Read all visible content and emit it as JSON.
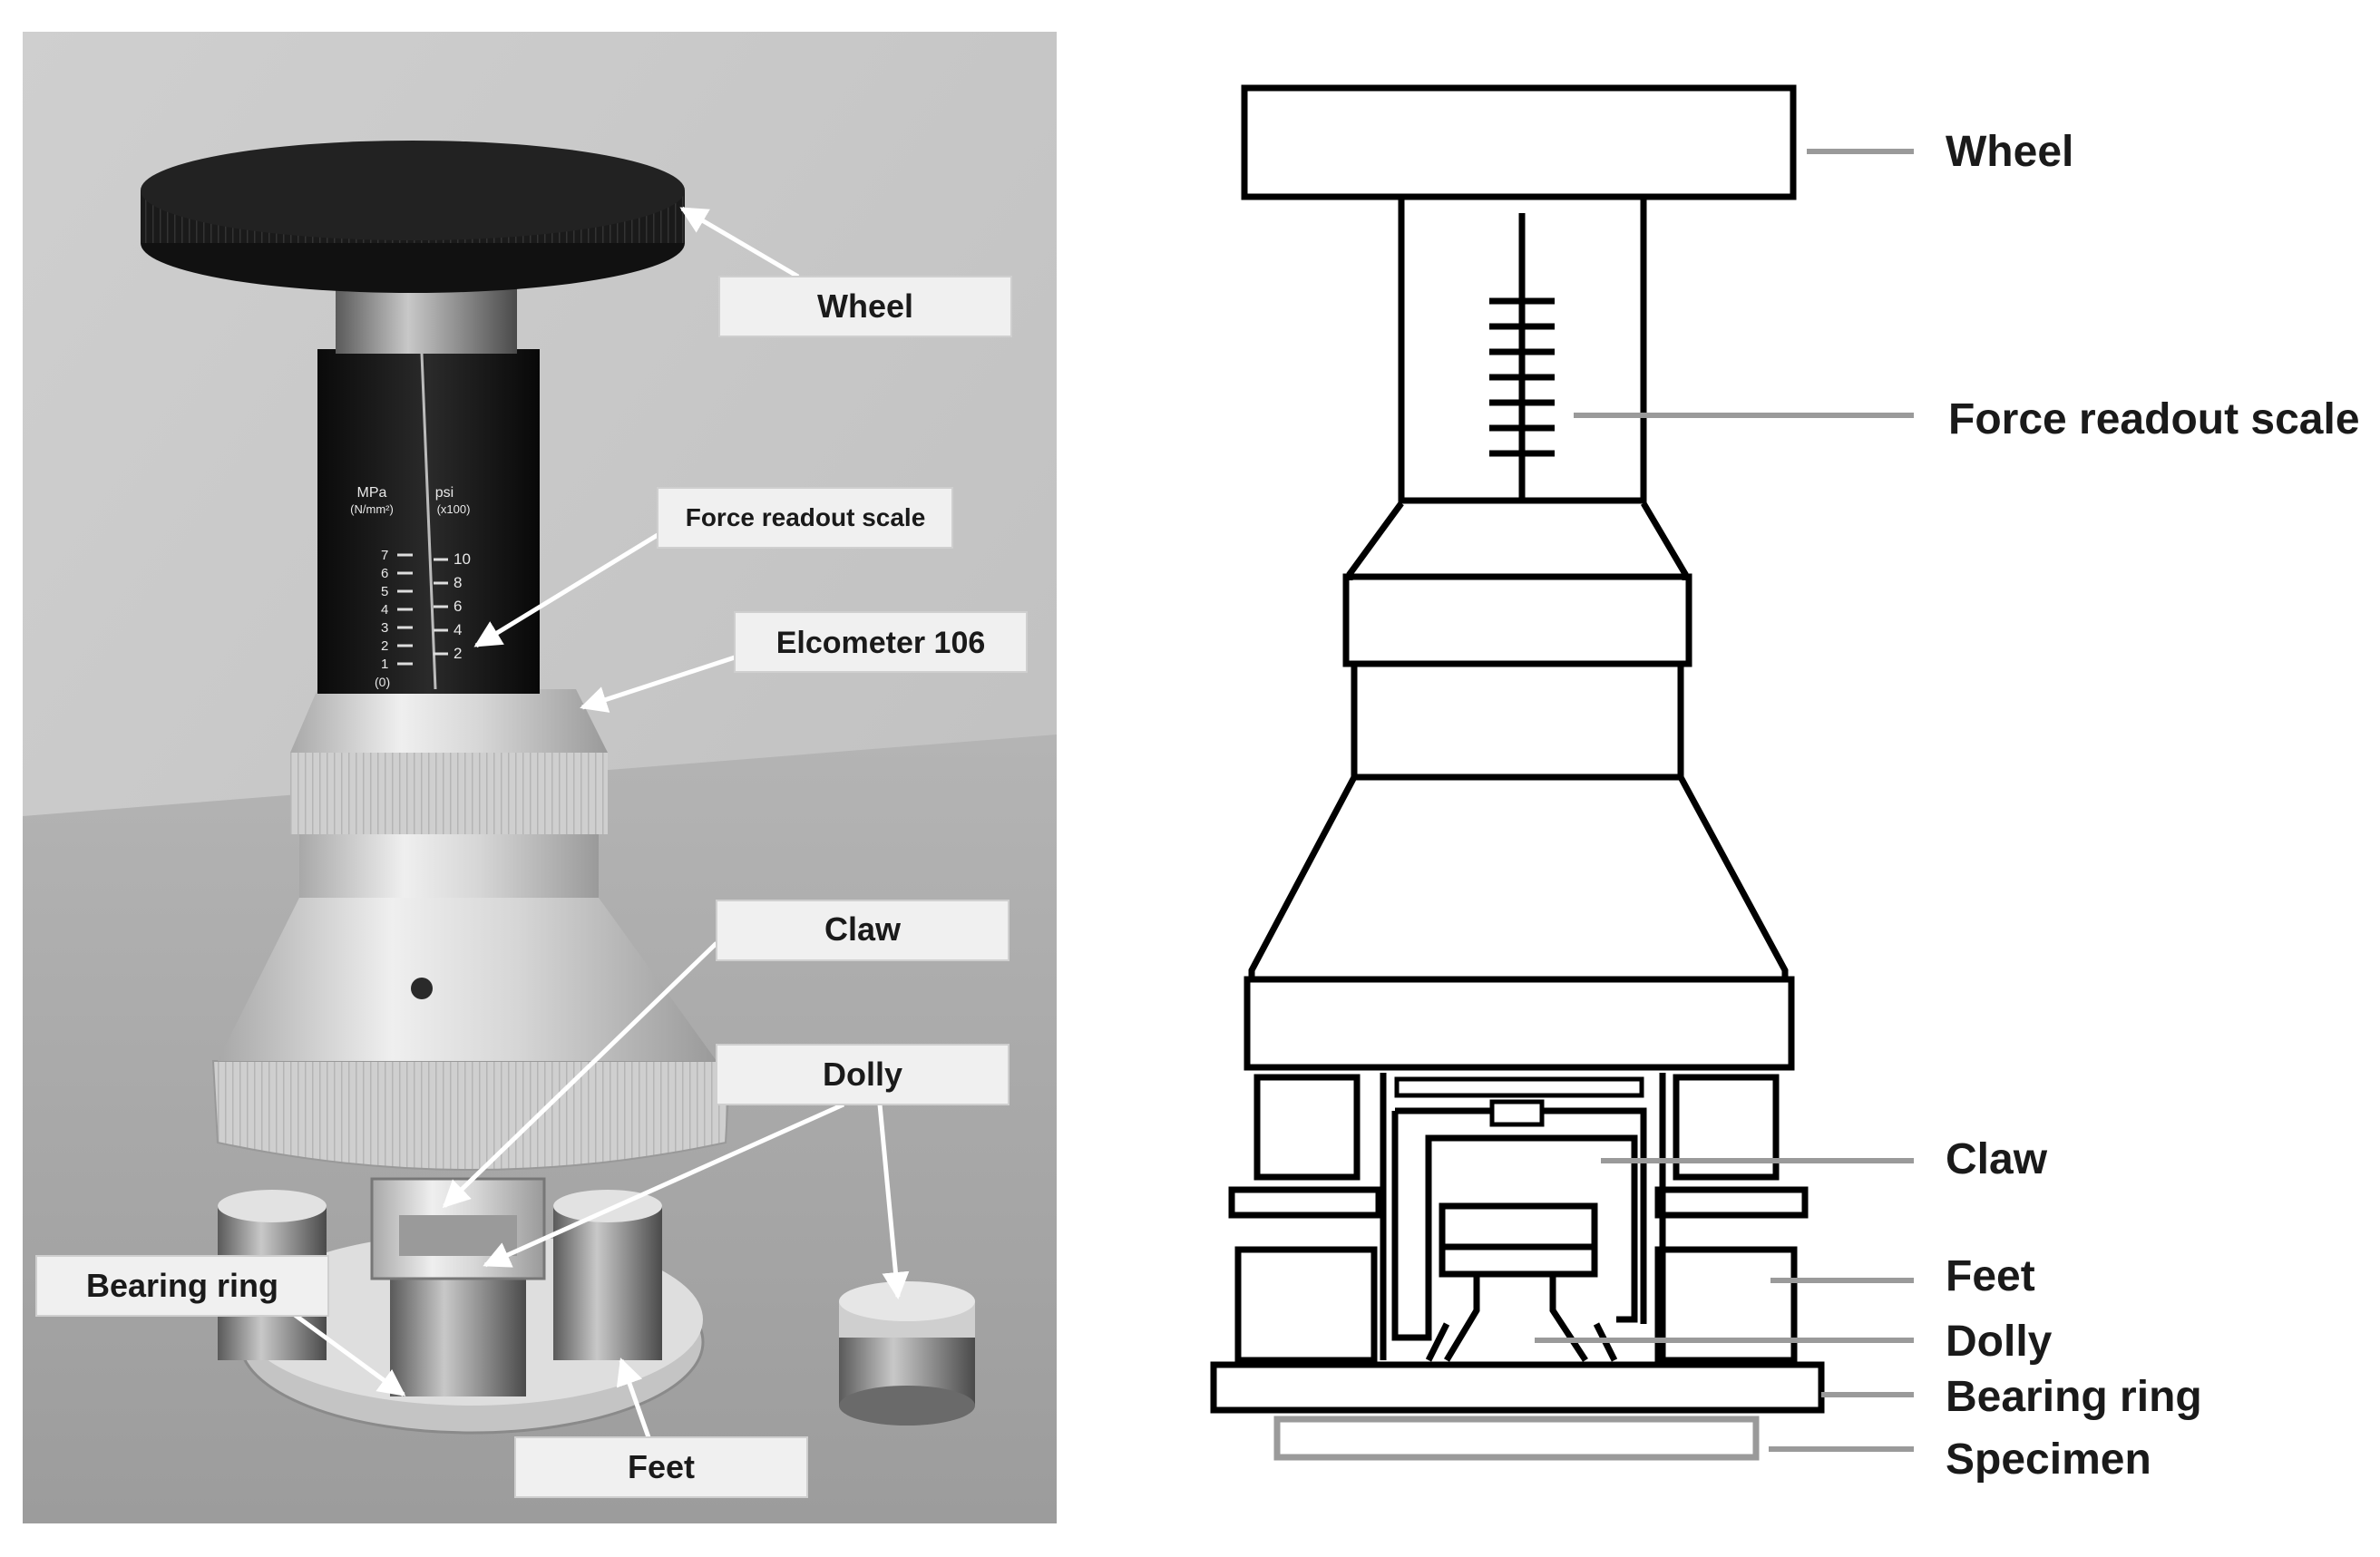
{
  "photo": {
    "labels": {
      "wheel": "Wheel",
      "force_scale": "Force readout scale",
      "elcometer": "Elcometer 106",
      "claw": "Claw",
      "dolly": "Dolly",
      "bearing_ring": "Bearing ring",
      "feet": "Feet"
    },
    "scale": {
      "left_unit": "MPa",
      "left_unit_sub": "(N/mm²)",
      "right_unit": "psi",
      "right_unit_sub": "(x100)",
      "left_ticks": [
        "7",
        "6",
        "5",
        "4",
        "3",
        "2",
        "1",
        "(0)"
      ],
      "right_ticks": [
        "10",
        "8",
        "6",
        "4",
        "2"
      ]
    }
  },
  "schematic": {
    "labels": {
      "wheel": "Wheel",
      "force_scale": "Force readout scale",
      "claw": "Claw",
      "feet": "Feet",
      "dolly": "Dolly",
      "bearing_ring": "Bearing ring",
      "specimen": "Specimen"
    }
  },
  "colors": {
    "wall": "#c9c9c9",
    "table": "#a7a7a7",
    "wheel": "#1c1c1c",
    "body": "#d9d9d9",
    "leader": "#9a9a9a"
  }
}
